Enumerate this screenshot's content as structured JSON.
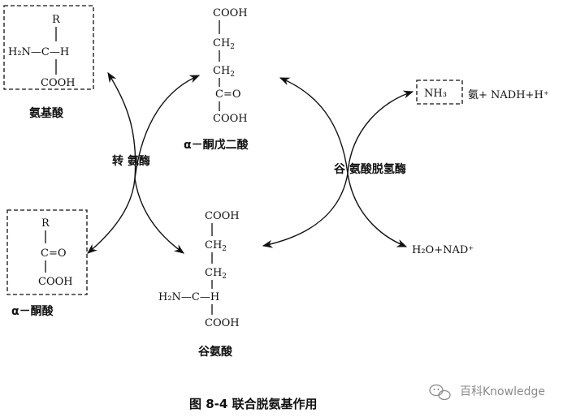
{
  "amino_acid": {
    "r": "R",
    "h2n": "H₂N—C—H",
    "cooh": "COOH",
    "label": "氨基酸"
  },
  "alpha_ketoglutarate": {
    "cooh_top": "COOH",
    "ch2_a": "CH",
    "ch2_b": "CH",
    "co": "C=O",
    "cooh_bottom": "COOH",
    "label": "α－酮戊二酸"
  },
  "transaminase_label": "转 氨酶",
  "keto_acid": {
    "r": "R",
    "co": "C=O",
    "cooh": "COOH",
    "label": "α－酮酸"
  },
  "glutamate": {
    "cooh_top": "COOH",
    "ch2_a": "CH",
    "ch2_b": "CH",
    "h2n": "H₂N—C—H",
    "cooh_bottom": "COOH",
    "label": "谷氨酸"
  },
  "gdh_label": "谷 氨酸脱氢酶",
  "nh3": "NH₃",
  "nh3_suffix": "氨+ NADH+H⁺",
  "h2o_nad": "H₂O+NAD⁺",
  "caption": "图 8-4   联合脱氨基作用",
  "watermark": {
    "icon": "wechat-icon",
    "text": "百科Knowledge"
  }
}
